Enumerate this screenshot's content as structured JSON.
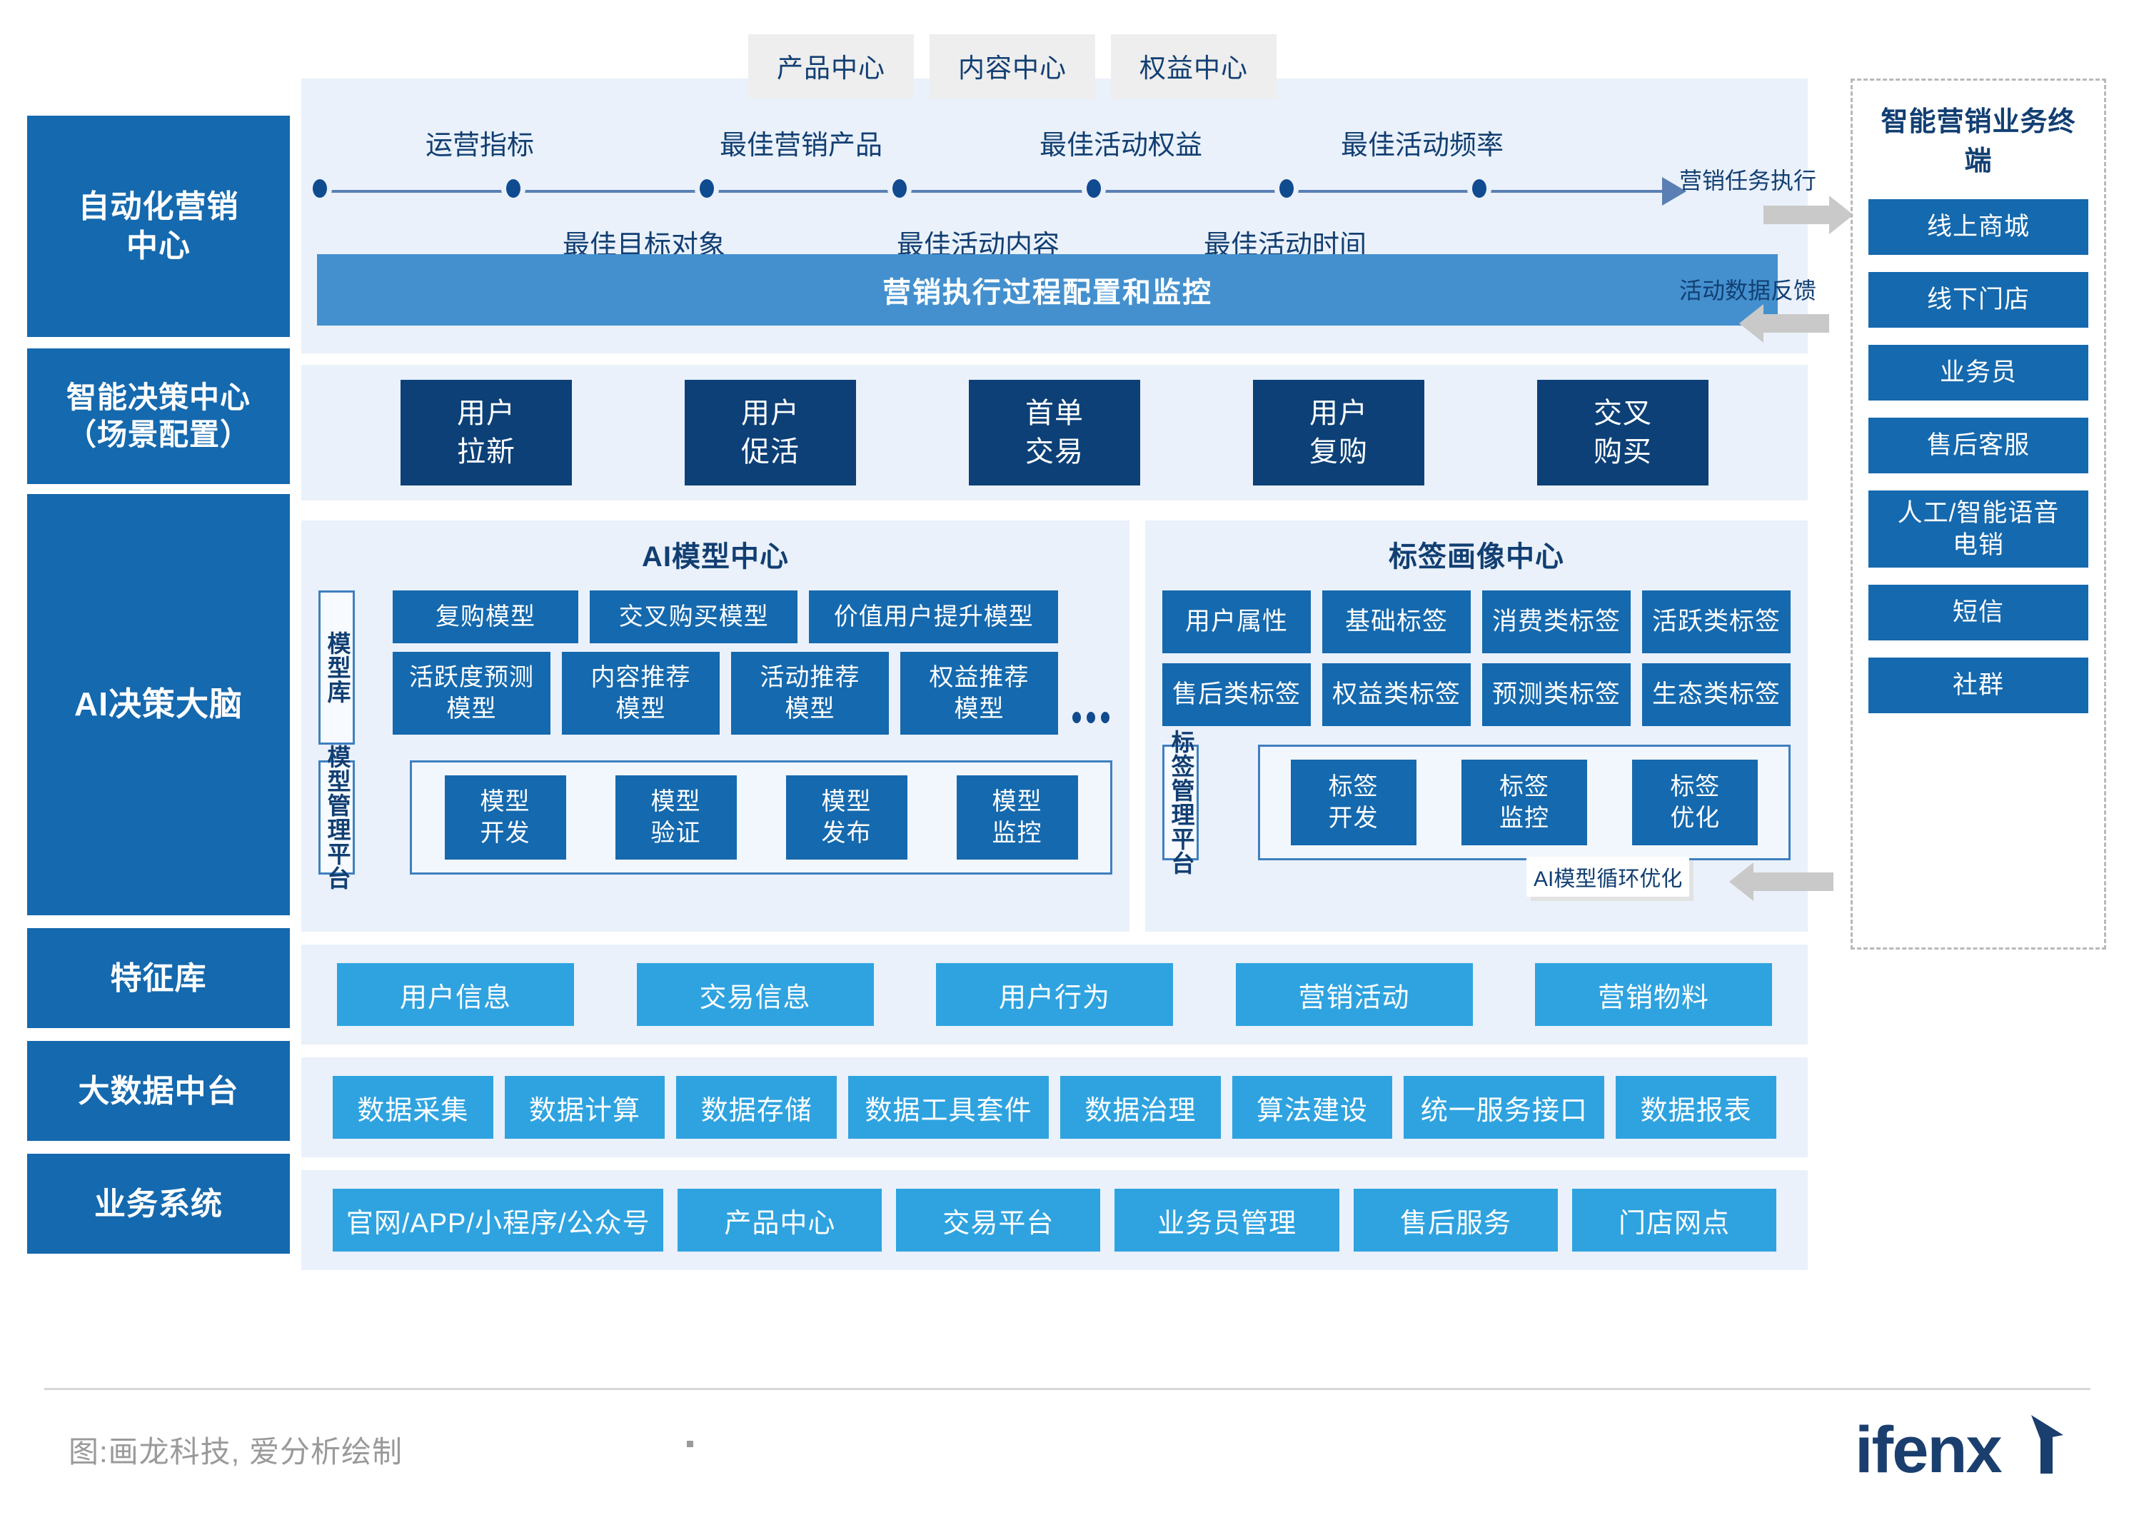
{
  "top_tabs": [
    "产品中心",
    "内容中心",
    "权益中心"
  ],
  "sidebar": {
    "items": [
      {
        "label": "自动化营销中心",
        "line1": "自动化营销",
        "line2": "中心"
      },
      {
        "label": "智能决策中心（场景配置）",
        "line1": "智能决策中心",
        "line2": "（场景配置）"
      },
      {
        "label": "AI决策大脑",
        "line1": "AI决策大脑",
        "line2": ""
      },
      {
        "label": "特征库",
        "line1": "特征库",
        "line2": ""
      },
      {
        "label": "大数据中台",
        "line1": "大数据中台",
        "line2": ""
      },
      {
        "label": "业务系统",
        "line1": "业务系统",
        "line2": ""
      }
    ]
  },
  "automation": {
    "timeline_top": [
      "运营指标",
      "最佳营销产品",
      "最佳活动权益",
      "最佳活动频率"
    ],
    "timeline_bottom": [
      "最佳目标对象",
      "最佳活动内容",
      "最佳活动时间"
    ],
    "execution_bar": "营销执行过程配置和监控",
    "arrow_out_label": "营销任务执行",
    "arrow_in_label": "活动数据反馈"
  },
  "scenarios": [
    {
      "line1": "用户",
      "line2": "拉新"
    },
    {
      "line1": "用户",
      "line2": "促活"
    },
    {
      "line1": "首单",
      "line2": "交易"
    },
    {
      "line1": "用户",
      "line2": "复购"
    },
    {
      "line1": "交叉",
      "line2": "购买"
    }
  ],
  "ai_model_center": {
    "title": "AI模型中心",
    "library_label": "模型库",
    "models_row1": [
      "复购模型",
      "交叉购买模型",
      "价值用户提升模型"
    ],
    "models_row2": [
      {
        "line1": "活跃度预测",
        "line2": "模型"
      },
      {
        "line1": "内容推荐",
        "line2": "模型"
      },
      {
        "line1": "活动推荐",
        "line2": "模型"
      },
      {
        "line1": "权益推荐",
        "line2": "模型"
      }
    ],
    "ellipsis": "...",
    "management_label": "模型管理平台",
    "management_items": [
      {
        "line1": "模型",
        "line2": "开发"
      },
      {
        "line1": "模型",
        "line2": "验证"
      },
      {
        "line1": "模型",
        "line2": "发布"
      },
      {
        "line1": "模型",
        "line2": "监控"
      }
    ]
  },
  "tag_center": {
    "title": "标签画像中心",
    "tags_row1": [
      "用户属性",
      "基础标签",
      "消费类标签",
      "活跃类标签"
    ],
    "tags_row2": [
      "售后类标签",
      "权益类标签",
      "预测类标签",
      "生态类标签"
    ],
    "management_label": "标签管理平台",
    "management_items": [
      {
        "line1": "标签",
        "line2": "开发"
      },
      {
        "line1": "标签",
        "line2": "监控"
      },
      {
        "line1": "标签",
        "line2": "优化"
      }
    ],
    "loop_label": "AI模型循环优化"
  },
  "feature_store": [
    "用户信息",
    "交易信息",
    "用户行为",
    "营销活动",
    "营销物料"
  ],
  "big_data_platform": [
    "数据采集",
    "数据计算",
    "数据存储",
    "数据工具套件",
    "数据治理",
    "算法建设",
    "统一服务接口",
    "数据报表"
  ],
  "business_systems": [
    "官网/APP/小程序/公众号",
    "产品中心",
    "交易平台",
    "业务员管理",
    "售后服务",
    "门店网点"
  ],
  "terminal": {
    "title": "智能营销业务终端",
    "items": [
      "线上商城",
      "线下门店",
      "业务员",
      "售后客服",
      "人工/智能语音电销",
      "短信",
      "社群"
    ],
    "voice_line1": "人工/智能语音",
    "voice_line2": "电销"
  },
  "footer": {
    "credit": "图:画龙科技, 爱分析绘制",
    "logo_text": "ifenxi"
  },
  "colors": {
    "band_bg": "#eaf1fa",
    "sidebar_blue": "#1569ae",
    "navy": "#0c4077",
    "mid_blue": "#4490ce",
    "light_blue": "#2fa3e0",
    "text_navy": "#123f72",
    "gray_arrow": "#c9c9c9"
  }
}
